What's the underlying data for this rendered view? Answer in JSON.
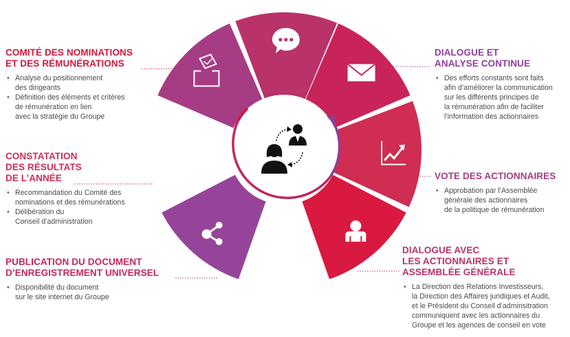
{
  "colors": {
    "red": "#d4163c",
    "magenta": "#c2255f",
    "purple": "#8e3f9d",
    "seg1": "#d9193f",
    "seg2": "#cf2d52",
    "seg3": "#c8245a",
    "seg4": "#b9326a",
    "seg5": "#a63c84",
    "seg6": "#96449a"
  },
  "segments": [
    {
      "icon": "person-icon",
      "color_key": "seg1"
    },
    {
      "icon": "chart-growth-icon",
      "color_key": "seg2"
    },
    {
      "icon": "envelope-icon",
      "color_key": "seg3"
    },
    {
      "icon": "chat-bubble-icon",
      "color_key": "seg4"
    },
    {
      "icon": "ballot-box-icon",
      "color_key": "seg5"
    },
    {
      "icon": "share-icon",
      "color_key": "seg6"
    }
  ],
  "center": {
    "icon": "dialogue-people-icon"
  },
  "left": [
    {
      "title": [
        "COMITÉ DES NOMINATIONS",
        "ET DES RÉMUNÉRATIONS"
      ],
      "bullets": [
        [
          "Analyse du positionnement",
          "des dirigeants"
        ],
        [
          "Définition des éléments et critères",
          "de rémunération en lien",
          "avec la stratégie du Groupe"
        ]
      ]
    },
    {
      "title": [
        "CONSTATATION",
        "DES RÉSULTATS",
        "DE L’ANNÉE"
      ],
      "bullets": [
        [
          "Recommandation du Comité des",
          "nominations et des rémunérations"
        ],
        [
          "Délibération du",
          "Conseil d’administration"
        ]
      ]
    },
    {
      "title": [
        "PUBLICATION DU DOCUMENT",
        "D’ENREGISTREMENT UNIVERSEL"
      ],
      "bullets": [
        [
          "Disponibilité du document",
          "sur le site internet du Groupe"
        ]
      ]
    }
  ],
  "right": [
    {
      "title": [
        "DIALOGUE ET",
        "ANALYSE CONTINUE"
      ],
      "bullets": [
        [
          "Des efforts constants sont faits",
          "afin d’améliorer la communication",
          "sur les différents principes de",
          "la rémunération afin de faciliter",
          "l’information des actionnaires"
        ]
      ]
    },
    {
      "title": [
        "VOTE DES ACTIONNAIRES"
      ],
      "bullets": [
        [
          "Approbation par l’Assemblée",
          "générale des actionnaires",
          "de la politique de rémunération"
        ]
      ]
    },
    {
      "title": [
        "DIALOGUE AVEC",
        "LES ACTIONNAIRES ET",
        "ASSEMBLÉE GÉNÉRALE"
      ],
      "bullets": [
        [
          "La Direction des Relations Investisseurs,",
          "la Direction des Affaires juridiques et Audit,",
          "et le Président du Conseil d’adminsitration",
          "communiquent avec les actionnaires du",
          "Groupe et les agences de conseil en vote"
        ]
      ]
    }
  ]
}
